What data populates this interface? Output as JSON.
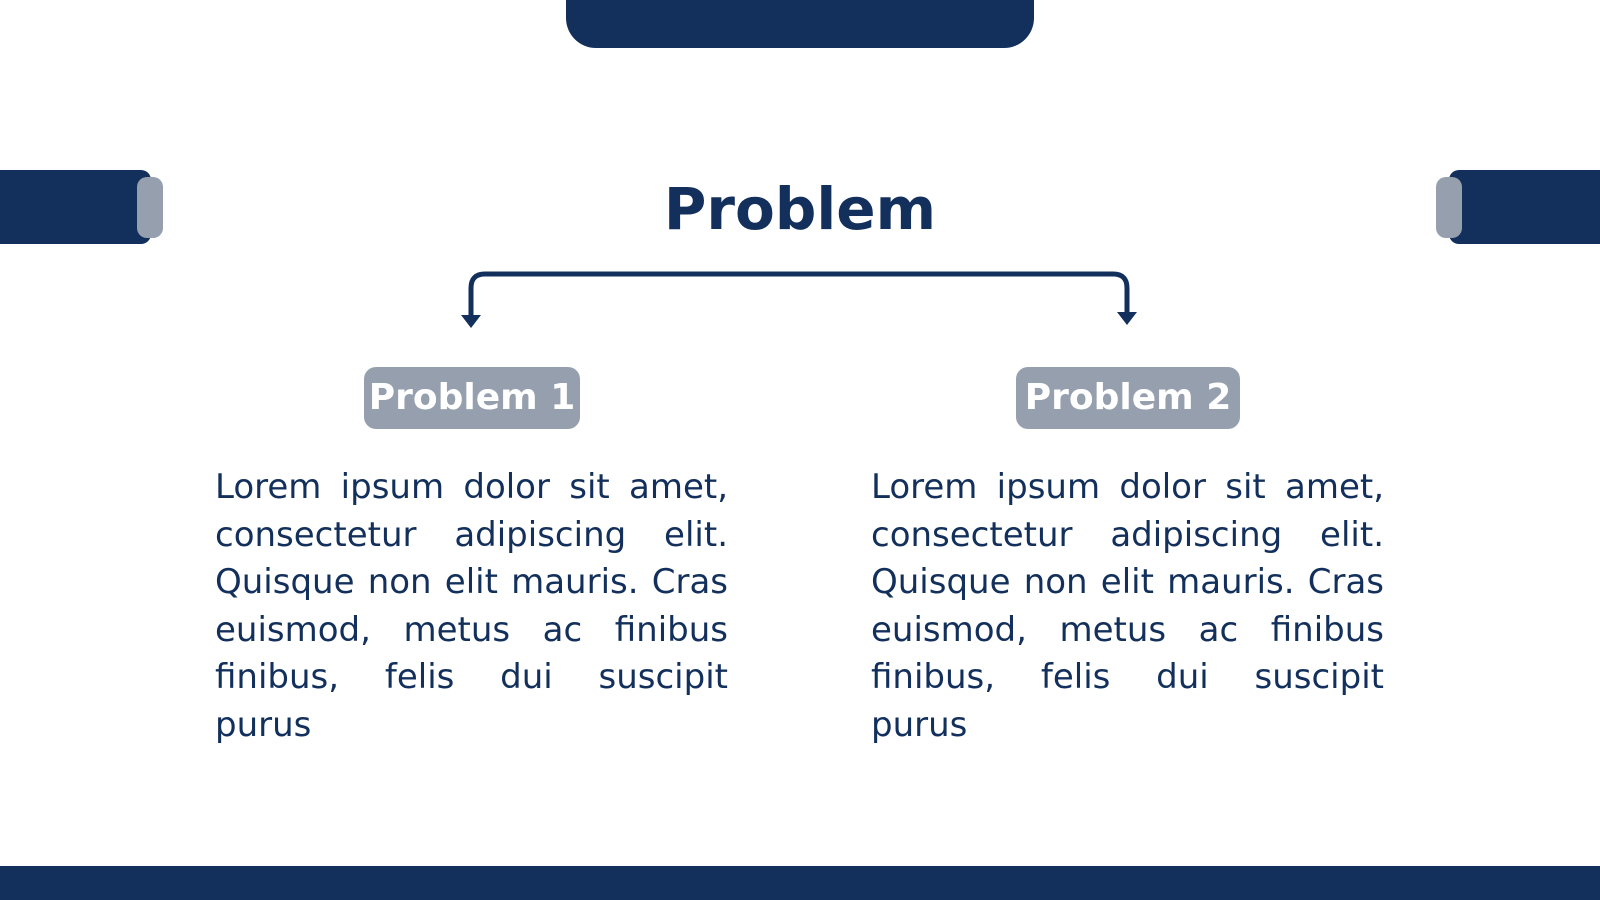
{
  "slide": {
    "title": "Problem",
    "colors": {
      "primary": "#13305c",
      "accent_gray": "#959fae",
      "background": "#ffffff"
    },
    "columns": [
      {
        "label": "Problem 1",
        "text": "Lorem ipsum dolor sit amet, consectetur adipiscing elit. Quisque non elit mauris. Cras euismod, metus ac finibus finibus, felis dui suscipit purus"
      },
      {
        "label": "Problem 2",
        "text": "Lorem ipsum dolor sit amet, consectetur adipiscing elit. Quisque non elit mauris. Cras euismod, metus ac finibus finibus, felis dui suscipit purus"
      }
    ]
  }
}
